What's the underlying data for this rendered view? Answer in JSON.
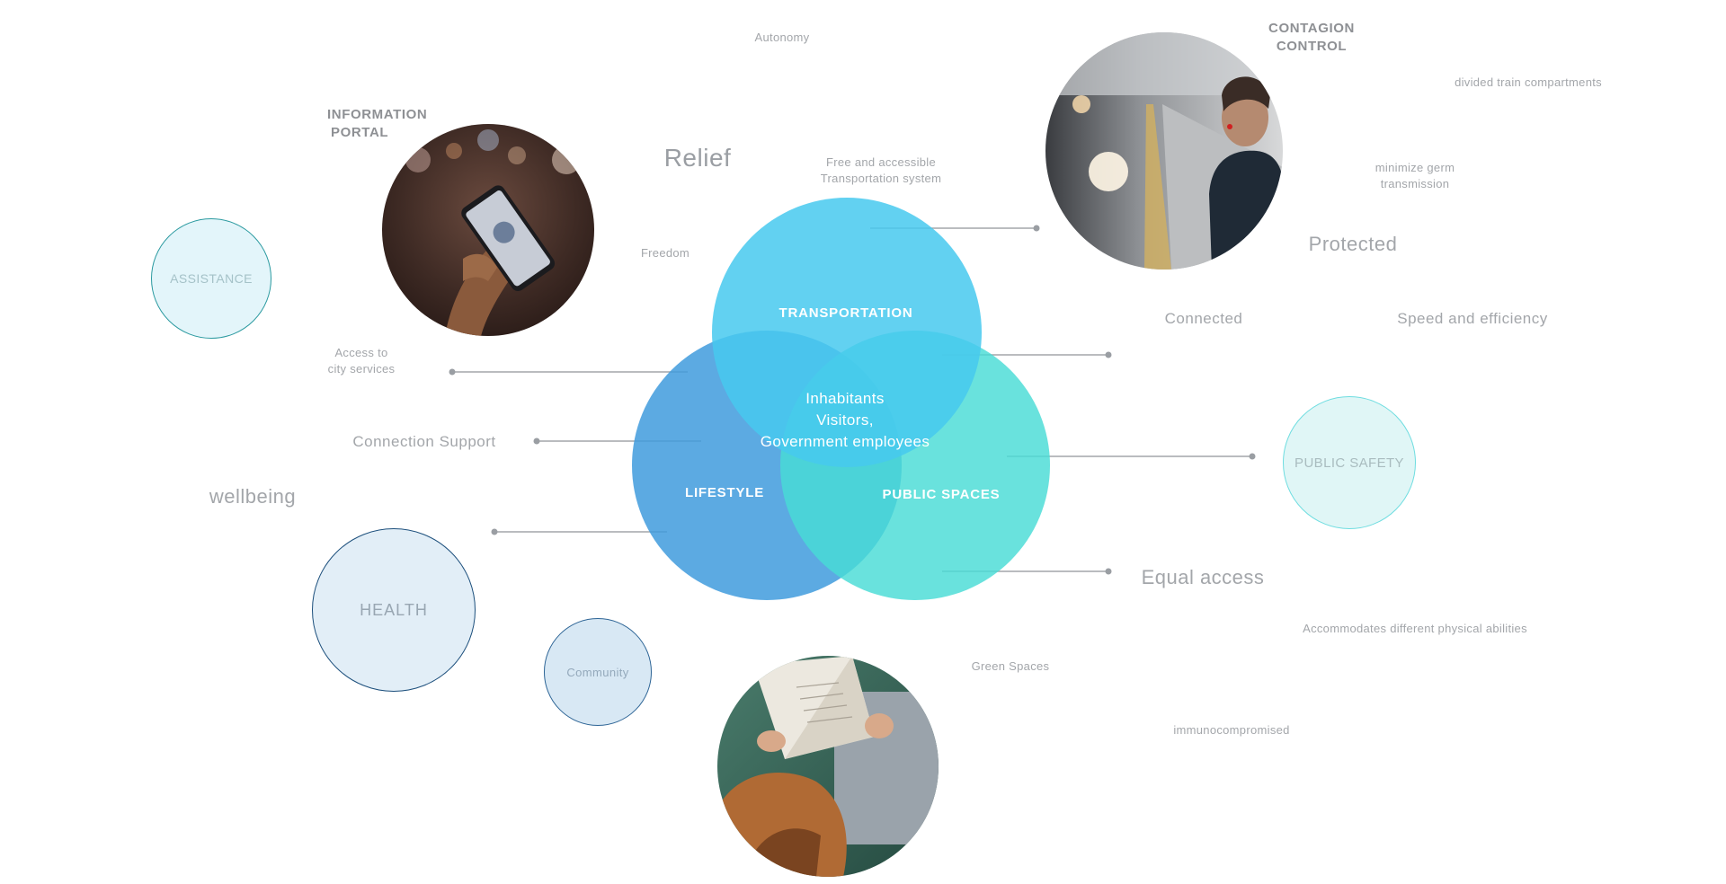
{
  "venn": {
    "top": {
      "label": "TRANSPORTATION",
      "color": "#46c9ef"
    },
    "left": {
      "label": "LIFESTYLE",
      "color": "#3f9bdd"
    },
    "right": {
      "label": "PUBLIC SPACES",
      "color": "#48dcd6"
    },
    "center_lines": [
      "Inhabitants",
      "Visitors,",
      "Government employees"
    ]
  },
  "headings": {
    "information_portal": [
      "INFORMATION",
      "PORTAL"
    ],
    "contagion_control": [
      "CONTAGION",
      "CONTROL"
    ]
  },
  "bubbles": {
    "assistance": "ASSISTANCE",
    "health": "HEALTH",
    "community": "Community",
    "public_safety": "PUBLIC SAFETY"
  },
  "labels": {
    "autonomy": "Autonomy",
    "relief": "Relief",
    "free_transport": [
      "Free and accessible",
      "Transportation system"
    ],
    "freedom": "Freedom",
    "access_city": [
      "Access to",
      "city services"
    ],
    "connection_support": "Connection Support",
    "wellbeing": "wellbeing",
    "divided_train": "divided train compartments",
    "minimize_germ": [
      "minimize germ",
      "transmission"
    ],
    "protected": "Protected",
    "connected": "Connected",
    "speed": "Speed and efficiency",
    "equal_access": "Equal access",
    "accommodates": "Accommodates different physical abilities",
    "green_spaces": "Green Spaces",
    "immuno": "immunocompromised"
  },
  "icons": {
    "phone_photo": "smartphone-photo-icon",
    "train_photo": "subway-commuter-photo-icon",
    "reading_photo": "reading-person-photo-icon"
  }
}
